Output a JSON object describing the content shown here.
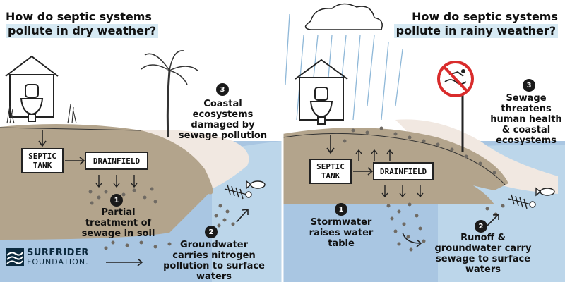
{
  "left_panel": {
    "title_line1": "How do septic systems",
    "title_line2": "pollute in dry weather?",
    "septic_tank": "SEPTIC TANK",
    "drainfield": "DRAINFIELD",
    "step1_number": "1",
    "step1_text": "Partial treatment of sewage in soil",
    "step2_number": "2",
    "step2_text": "Groundwater carries nitrogen pollution to surface waters",
    "step3_number": "3",
    "step3_text": "Coastal ecosystems damaged by sewage pollution"
  },
  "right_panel": {
    "title_line1": "How do septic systems",
    "title_line2": "pollute in rainy weather?",
    "septic_tank": "SEPTIC TANK",
    "drainfield": "DRAINFIELD",
    "step1_number": "1",
    "step1_text": "Stormwater raises water table",
    "step2_number": "2",
    "step2_text": "Runoff & groundwater carry sewage to surface waters",
    "step3_number": "3",
    "step3_text": "Sewage threatens human health & coastal ecosystems"
  },
  "logo": {
    "line1": "SURFRIDER",
    "line2": "FOUNDATION."
  },
  "colors": {
    "soil": "#b3a48c",
    "groundwater": "#a9c6e2",
    "surface_water": "#bcd6ea",
    "sand": "#f1e8e1",
    "highlight": "#d6e9f3",
    "sewage_dots": "#6f6a63"
  }
}
